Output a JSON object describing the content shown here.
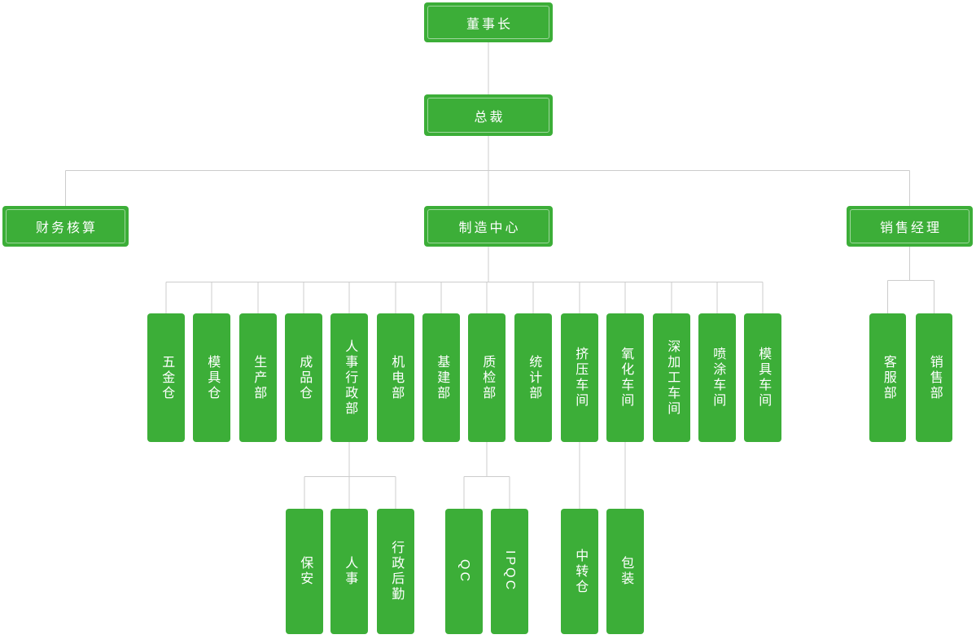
{
  "diagram": {
    "type": "org-chart",
    "colors": {
      "node_fill": "#3CAE38",
      "node_inner_border": "rgba(255,255,255,0.5)",
      "connector": "#CCCCCC",
      "text": "#FFFFFF",
      "background": "#FFFFFF"
    },
    "nodes": [
      {
        "id": "chairman",
        "label": "董事长",
        "parent": null,
        "shape": "banner"
      },
      {
        "id": "president",
        "label": "总裁",
        "parent": "chairman",
        "shape": "banner"
      },
      {
        "id": "finance-accounting",
        "label": "财务核算",
        "parent": "president",
        "shape": "banner"
      },
      {
        "id": "manufacturing-center",
        "label": "制造中心",
        "parent": "president",
        "shape": "banner"
      },
      {
        "id": "sales-manager",
        "label": "销售经理",
        "parent": "president",
        "shape": "banner"
      },
      {
        "id": "hardware-warehouse",
        "label": "五金仓",
        "parent": "manufacturing-center",
        "shape": "vertical"
      },
      {
        "id": "mold-warehouse",
        "label": "模具仓",
        "parent": "manufacturing-center",
        "shape": "vertical"
      },
      {
        "id": "production-dept",
        "label": "生产部",
        "parent": "manufacturing-center",
        "shape": "vertical"
      },
      {
        "id": "finished-goods-warehouse",
        "label": "成品仓",
        "parent": "manufacturing-center",
        "shape": "vertical"
      },
      {
        "id": "hr-admin-dept",
        "label": "人事行政部",
        "parent": "manufacturing-center",
        "shape": "vertical"
      },
      {
        "id": "electromechanical-dept",
        "label": "机电部",
        "parent": "manufacturing-center",
        "shape": "vertical"
      },
      {
        "id": "infrastructure-dept",
        "label": "基建部",
        "parent": "manufacturing-center",
        "shape": "vertical"
      },
      {
        "id": "quality-dept",
        "label": "质检部",
        "parent": "manufacturing-center",
        "shape": "vertical"
      },
      {
        "id": "statistics-dept",
        "label": "统计部",
        "parent": "manufacturing-center",
        "shape": "vertical"
      },
      {
        "id": "extrusion-workshop",
        "label": "挤压车间",
        "parent": "manufacturing-center",
        "shape": "vertical"
      },
      {
        "id": "oxidation-workshop",
        "label": "氧化车间",
        "parent": "manufacturing-center",
        "shape": "vertical"
      },
      {
        "id": "deep-processing-workshop",
        "label": "深加工车间",
        "parent": "manufacturing-center",
        "shape": "vertical"
      },
      {
        "id": "spraying-workshop",
        "label": "喷涂车间",
        "parent": "manufacturing-center",
        "shape": "vertical"
      },
      {
        "id": "mold-workshop",
        "label": "模具车间",
        "parent": "manufacturing-center",
        "shape": "vertical"
      },
      {
        "id": "customer-service-dept",
        "label": "客服部",
        "parent": "sales-manager",
        "shape": "vertical"
      },
      {
        "id": "sales-dept",
        "label": "销售部",
        "parent": "sales-manager",
        "shape": "vertical"
      },
      {
        "id": "security",
        "label": "保安",
        "parent": "hr-admin-dept",
        "shape": "vertical"
      },
      {
        "id": "hr",
        "label": "人事",
        "parent": "hr-admin-dept",
        "shape": "vertical"
      },
      {
        "id": "admin-logistics",
        "label": "行政后勤",
        "parent": "hr-admin-dept",
        "shape": "vertical"
      },
      {
        "id": "qc",
        "label": "QC",
        "parent": "quality-dept",
        "shape": "vertical"
      },
      {
        "id": "ipqc",
        "label": "IPQC",
        "parent": "quality-dept",
        "shape": "vertical"
      },
      {
        "id": "transfer-warehouse",
        "label": "中转仓",
        "parent": "extrusion-workshop",
        "shape": "vertical"
      },
      {
        "id": "packaging",
        "label": "包装",
        "parent": "oxidation-workshop",
        "shape": "vertical"
      }
    ]
  }
}
